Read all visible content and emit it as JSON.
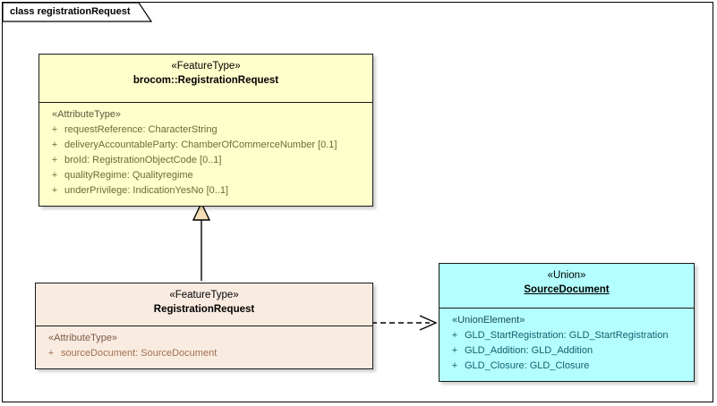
{
  "frame": {
    "label": "class registrationRequest"
  },
  "classes": [
    {
      "id": "brocom-registrationrequest",
      "stereotype": "«FeatureType»",
      "name": "brocom::RegistrationRequest",
      "compartment_stereotype": "«AttributeType»",
      "attributes": [
        {
          "visibility": "+",
          "text": "requestReference: CharacterString"
        },
        {
          "visibility": "+",
          "text": "deliveryAccountableParty: ChamberOfCommerceNumber [0.1]"
        },
        {
          "visibility": "+",
          "text": "broId: RegistrationObjectCode [0..1]"
        },
        {
          "visibility": "+",
          "text": "qualityRegime: Qualityregime"
        },
        {
          "visibility": "+",
          "text": "underPrivilege: IndicationYesNo [0..1]"
        }
      ],
      "fill_color": "#FFFFCC"
    },
    {
      "id": "registrationrequest",
      "stereotype": "«FeatureType»",
      "name": "RegistrationRequest",
      "compartment_stereotype": "«AttributeType»",
      "attributes": [
        {
          "visibility": "+",
          "text": "sourceDocument: SourceDocument"
        }
      ],
      "fill_color": "#FAEBE0"
    },
    {
      "id": "sourcedocument",
      "stereotype": "«Union»",
      "name": "SourceDocument",
      "compartment_stereotype": "«UnionElement»",
      "attributes": [
        {
          "visibility": "+",
          "text": "GLD_StartRegistration: GLD_StartRegistration"
        },
        {
          "visibility": "+",
          "text": "GLD_Addition: GLD_Addition"
        },
        {
          "visibility": "+",
          "text": "GLD_Closure: GLD_Closure"
        }
      ],
      "fill_color": "#B3FFFF"
    }
  ],
  "connectors": [
    {
      "name": "generalization",
      "type": "generalization",
      "from": "RegistrationRequest",
      "to": "brocom::RegistrationRequest",
      "line_style": "solid",
      "arrow": "hollow-triangle"
    },
    {
      "name": "dependency",
      "type": "dependency",
      "from": "RegistrationRequest",
      "to": "SourceDocument",
      "line_style": "dashed",
      "arrow": "open"
    }
  ]
}
